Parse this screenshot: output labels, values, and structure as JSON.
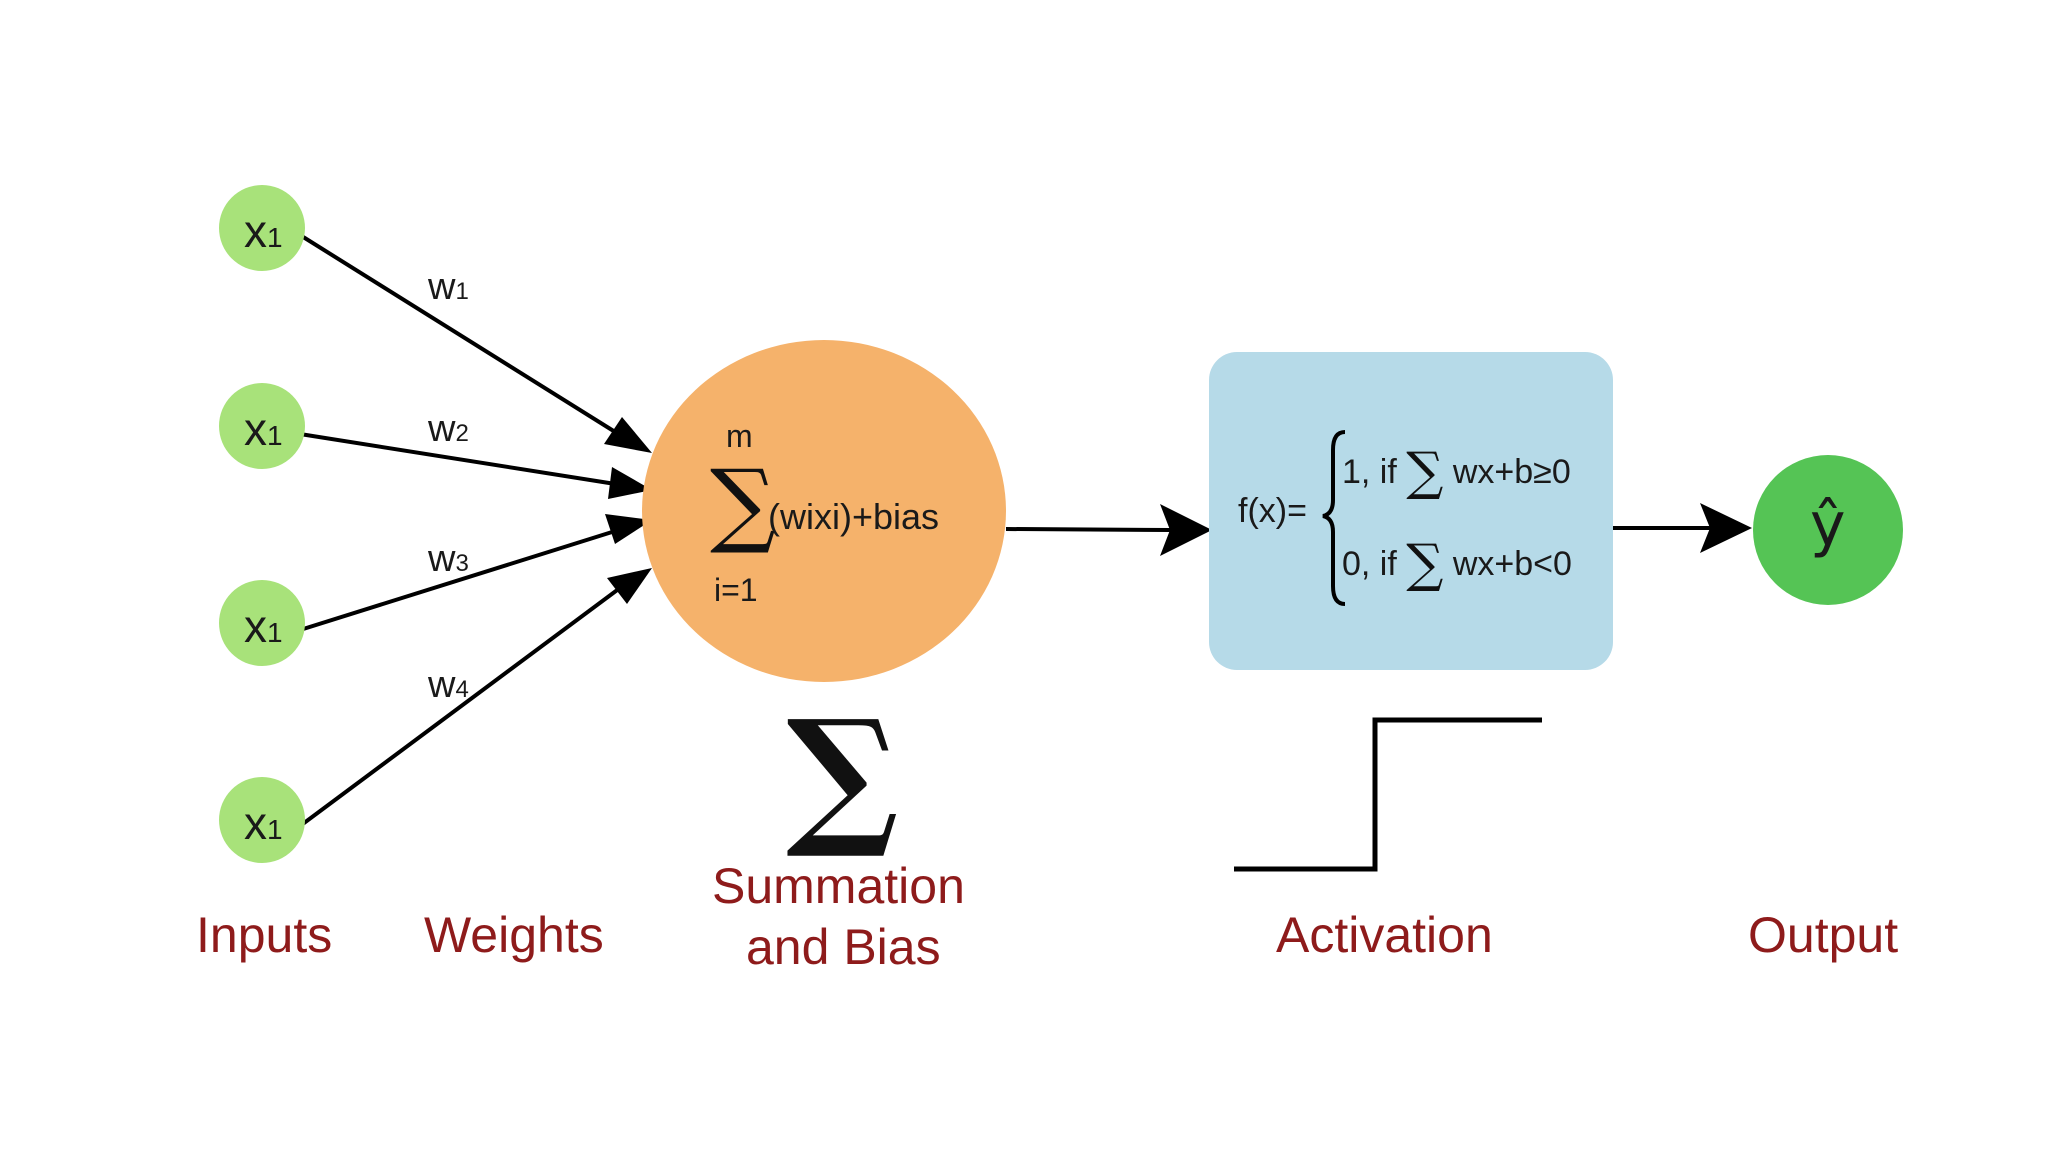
{
  "colors": {
    "input_node": "#a8e27a",
    "summation_node": "#f5b26b",
    "activation_box": "#b6dae8",
    "output_node": "#55c455",
    "caption_text": "#8e1b1b",
    "lines": "#000000"
  },
  "inputs": [
    {
      "base": "x",
      "sub": "1"
    },
    {
      "base": "x",
      "sub": "1"
    },
    {
      "base": "x",
      "sub": "1"
    },
    {
      "base": "x",
      "sub": "1"
    }
  ],
  "weights": [
    {
      "base": "w",
      "sub": "1"
    },
    {
      "base": "w",
      "sub": "2"
    },
    {
      "base": "w",
      "sub": "3"
    },
    {
      "base": "w",
      "sub": "4"
    }
  ],
  "summation": {
    "upper": "m",
    "lower": "i=1",
    "sigma": "∑",
    "expression": "(wixi)+bias",
    "below_symbol": "∑"
  },
  "activation": {
    "lhs": "f(x)=",
    "case1_prefix": "1, if",
    "case1_sigma": "∑",
    "case1_expr": "wx+b≥0",
    "case2_prefix": "0, if",
    "case2_sigma": "∑",
    "case2_expr": "wx+b<0"
  },
  "output": {
    "symbol": "ŷ"
  },
  "captions": {
    "inputs": "Inputs",
    "weights": "Weights",
    "summation_line1": "Summation",
    "summation_line2": "and Bias",
    "activation": "Activation",
    "output": "Output"
  }
}
